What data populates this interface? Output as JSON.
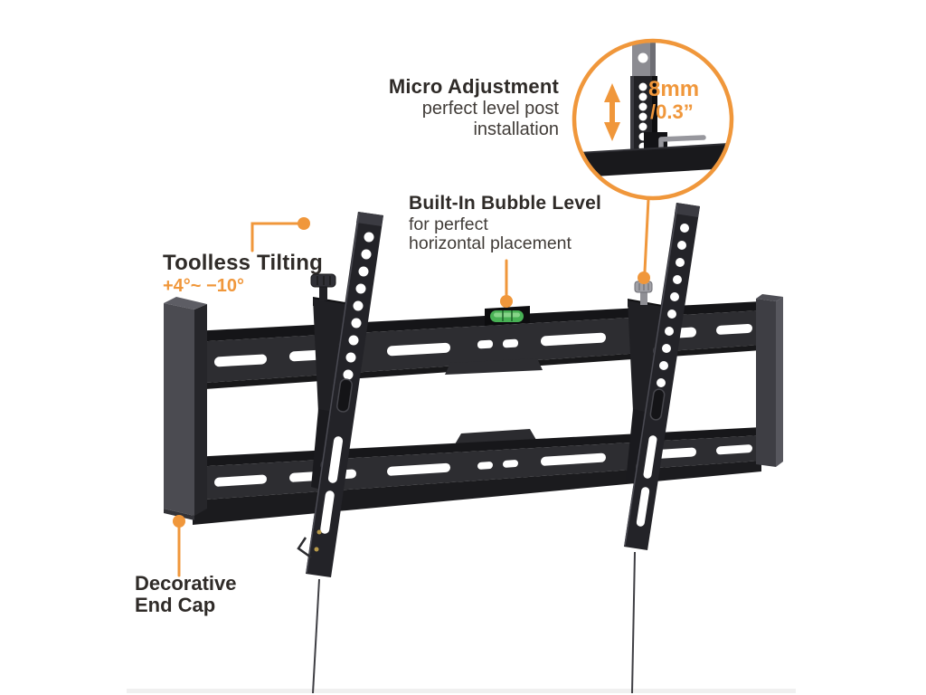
{
  "colors": {
    "accent": "#F0973B",
    "heading_text": "#2F2B28",
    "body_text": "#413C38",
    "bubble_green": "#48B155"
  },
  "annotations": {
    "micro_adjustment": {
      "title": "Micro Adjustment",
      "lines": [
        "perfect level post",
        "installation"
      ]
    },
    "bubble_level": {
      "title": "Built-In Bubble Level",
      "lines": [
        "for perfect",
        "horizontal placement"
      ]
    },
    "toolless_tilting": {
      "title": "Toolless Tilting",
      "range": "+4°~ −10°"
    },
    "decorative_end_cap": {
      "lines": [
        "Decorative",
        "End Cap"
      ]
    },
    "inset": {
      "measure_mm": "8mm",
      "measure_in": "/0.3”"
    }
  }
}
